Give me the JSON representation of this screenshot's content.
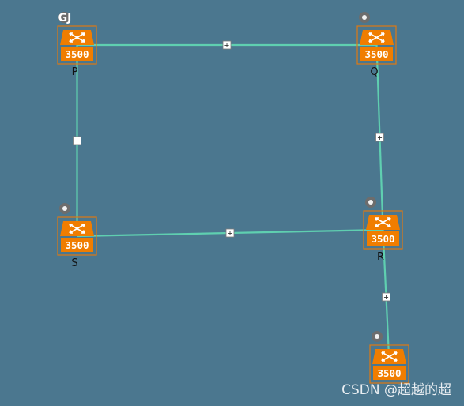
{
  "topology": {
    "nodes": [
      {
        "id": "P",
        "label": "P",
        "model": "3500"
      },
      {
        "id": "Q",
        "label": "Q",
        "model": "3500"
      },
      {
        "id": "R",
        "label": "R",
        "model": "3500"
      },
      {
        "id": "S",
        "label": "S",
        "model": "3500"
      },
      {
        "id": "T",
        "label": "",
        "model": "3500"
      }
    ],
    "links": [
      {
        "from": "P",
        "to": "Q"
      },
      {
        "from": "Q",
        "to": "R"
      },
      {
        "from": "P",
        "to": "S"
      },
      {
        "from": "S",
        "to": "R"
      },
      {
        "from": "R",
        "to": "T"
      }
    ],
    "link_marker": "+",
    "badge": "GJ"
  },
  "watermark": "CSDN @超越的超",
  "colors": {
    "background": "#4b778f",
    "link": "#5fcfb0",
    "device": "#f07d00"
  },
  "icons": {
    "device": "switch-3500-icon",
    "status": "status-dot-icon"
  }
}
